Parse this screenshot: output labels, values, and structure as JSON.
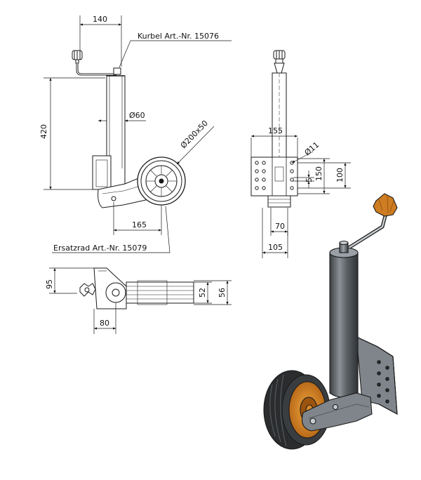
{
  "labels": {
    "crank": "Kurbel Art.-Nr. 15076",
    "spare_wheel": "Ersatzrad Art.-Nr. 15079"
  },
  "dimensions": {
    "d140": "140",
    "d420": "420",
    "d60": "Ø60",
    "d200x50": "Ø200x50",
    "d165": "165",
    "d155": "155",
    "d11": "Ø11",
    "d150": "150",
    "d100": "100",
    "d5": "5",
    "d70": "70",
    "d105": "105",
    "d95": "95",
    "d80": "80",
    "d52": "52",
    "d56": "56"
  },
  "colors": {
    "outline": "#1a1a1a",
    "tube_dark": "#3f4448",
    "tube_mid": "#6c7277",
    "tube_light": "#a5abb0",
    "plate": "#7f858a",
    "tyre": "#2a2c2e",
    "rim_orange": "#d9892b",
    "handle_orange": "#cf7d22"
  }
}
